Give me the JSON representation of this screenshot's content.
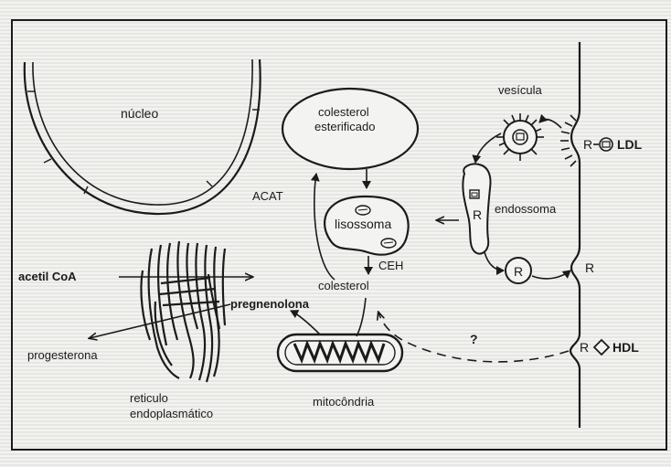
{
  "labels": {
    "nucleus": "núcleo",
    "esterified_cholesterol_1": "colesterol",
    "esterified_cholesterol_2": "esterificado",
    "vesicle": "vesícula",
    "ldl": "LDL",
    "ldl_receptor": "R",
    "acat": "ACAT",
    "lysosome": "lisossoma",
    "endosome": "endossoma",
    "endosome_receptor": "R",
    "ceh": "CEH",
    "acetyl_coa": "acetil CoA",
    "cholesterol": "colesterol",
    "pregnenolone": "pregnenolona",
    "recycled_receptor": "R",
    "membrane_receptor": "R",
    "question": "?",
    "progesterone": "progesterona",
    "hdl_receptor": "R",
    "hdl": "HDL",
    "er_1": "reticulo",
    "er_2": "endoplasmático",
    "mitochondria": "mitocôndria"
  }
}
